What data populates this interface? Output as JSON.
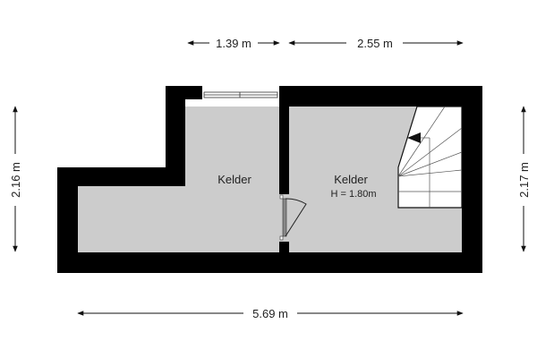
{
  "rooms": [
    {
      "name": "Kelder"
    },
    {
      "name": "Kelder",
      "height": "H = 1.80m"
    }
  ],
  "dimensions": {
    "top_left": "1.39 m",
    "top_right": "2.55 m",
    "left": "2.16 m",
    "right": "2.17 m",
    "bottom": "5.69 m"
  },
  "colors": {
    "wall": "#000000",
    "floor": "#cccccc",
    "stairs": "#ffffff"
  }
}
